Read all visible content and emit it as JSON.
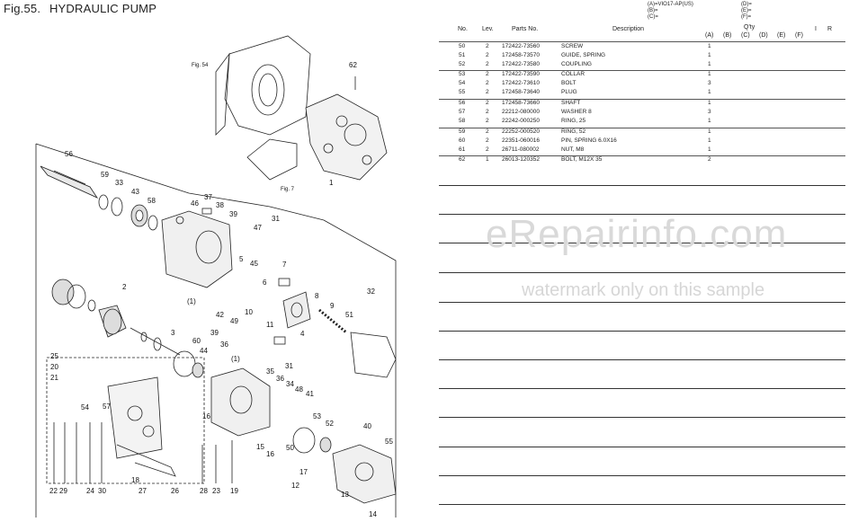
{
  "figure": {
    "number": "Fig.55.",
    "title": "HYDRAULIC PUMP"
  },
  "variants": {
    "a": "(A)=VIO17-AP(US)",
    "b": "(B)=",
    "c": "(C)=",
    "d": "(D)=",
    "e": "(E)=",
    "f": "(F)="
  },
  "header": {
    "no": "No.",
    "lev": "Lev.",
    "parts_no": "Parts No.",
    "description": "Description",
    "qty": "Q'ty",
    "a": "(A)",
    "b": "(B)",
    "c": "(C)",
    "d": "(D)",
    "e": "(E)",
    "f": "(F)",
    "i": "I",
    "r": "R"
  },
  "rows": [
    {
      "no": "50",
      "lev": "2",
      "pn": "172422-73560",
      "desc": "SCREW",
      "a": "1"
    },
    {
      "no": "51",
      "lev": "2",
      "pn": "172458-73570",
      "desc": "GUIDE, SPRING",
      "a": "1"
    },
    {
      "no": "52",
      "lev": "2",
      "pn": "172422-73580",
      "desc": "COUPLING",
      "a": "1"
    },
    {
      "no": "53",
      "lev": "2",
      "pn": "172422-73590",
      "desc": "COLLAR",
      "a": "1"
    },
    {
      "no": "54",
      "lev": "2",
      "pn": "172422-73610",
      "desc": "BOLT",
      "a": "3"
    },
    {
      "no": "55",
      "lev": "2",
      "pn": "172458-73640",
      "desc": "PLUG",
      "a": "1"
    },
    {
      "no": "56",
      "lev": "2",
      "pn": "172458-73660",
      "desc": "SHAFT",
      "a": "1"
    },
    {
      "no": "57",
      "lev": "2",
      "pn": "22212-080000",
      "desc": "WASHER 8",
      "a": "3"
    },
    {
      "no": "58",
      "lev": "2",
      "pn": "22242-000250",
      "desc": "RING, 25",
      "a": "1"
    },
    {
      "no": "59",
      "lev": "2",
      "pn": "22252-000520",
      "desc": "RING, 52",
      "a": "1"
    },
    {
      "no": "60",
      "lev": "2",
      "pn": "22351-060016",
      "desc": "PIN, SPRING 6.0X16",
      "a": "1"
    },
    {
      "no": "61",
      "lev": "2",
      "pn": "26711-080002",
      "desc": "NUT, M8",
      "a": "1"
    },
    {
      "no": "62",
      "lev": "1",
      "pn": "26013-120352",
      "desc": "BOLT, M12X 35",
      "a": "2"
    }
  ],
  "watermark": {
    "main": "eRepairinfo.com",
    "sub": "watermark only on this sample"
  },
  "diagram": {
    "fig_refs": [
      "Fig. 54",
      "Fig. 7"
    ],
    "callouts": [
      "62",
      "56",
      "59",
      "33",
      "43",
      "58",
      "46",
      "38",
      "39",
      "31",
      "47",
      "5",
      "45",
      "2",
      "6",
      "7",
      "8",
      "9",
      "32",
      "51",
      "42",
      "49",
      "10",
      "11",
      "3",
      "4",
      "60",
      "44",
      "39",
      "36",
      "25",
      "20",
      "21",
      "(1)",
      "(1)",
      "35",
      "31",
      "36",
      "34",
      "48",
      "41",
      "54",
      "57",
      "53",
      "40",
      "52",
      "55",
      "50",
      "16",
      "15",
      "17",
      "12",
      "13",
      "14",
      "22",
      "29",
      "24",
      "30",
      "18",
      "27",
      "26",
      "28",
      "23",
      "19",
      "1",
      "37"
    ]
  }
}
